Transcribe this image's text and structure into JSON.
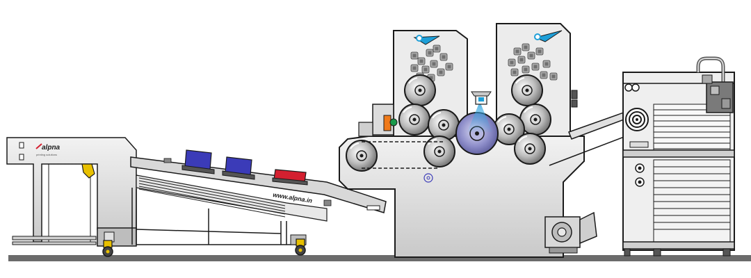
{
  "brand": {
    "logo_text": "alpna",
    "tagline": "printing solutions",
    "website": "www.alpna.in"
  },
  "colors": {
    "background": "#ffffff",
    "floor": "#6b6b6b",
    "machine_body": "#e4e4e4",
    "machine_shadow": "#bdbdbd",
    "outline": "#1a1a1a",
    "accent_cyan": "#1e9fd8",
    "plate_blue": "#3b3bb8",
    "tray_red": "#d42030",
    "lamp_orange": "#f07a1a",
    "sensor_green": "#1a9a4a",
    "caster_yellow": "#e8c000"
  }
}
